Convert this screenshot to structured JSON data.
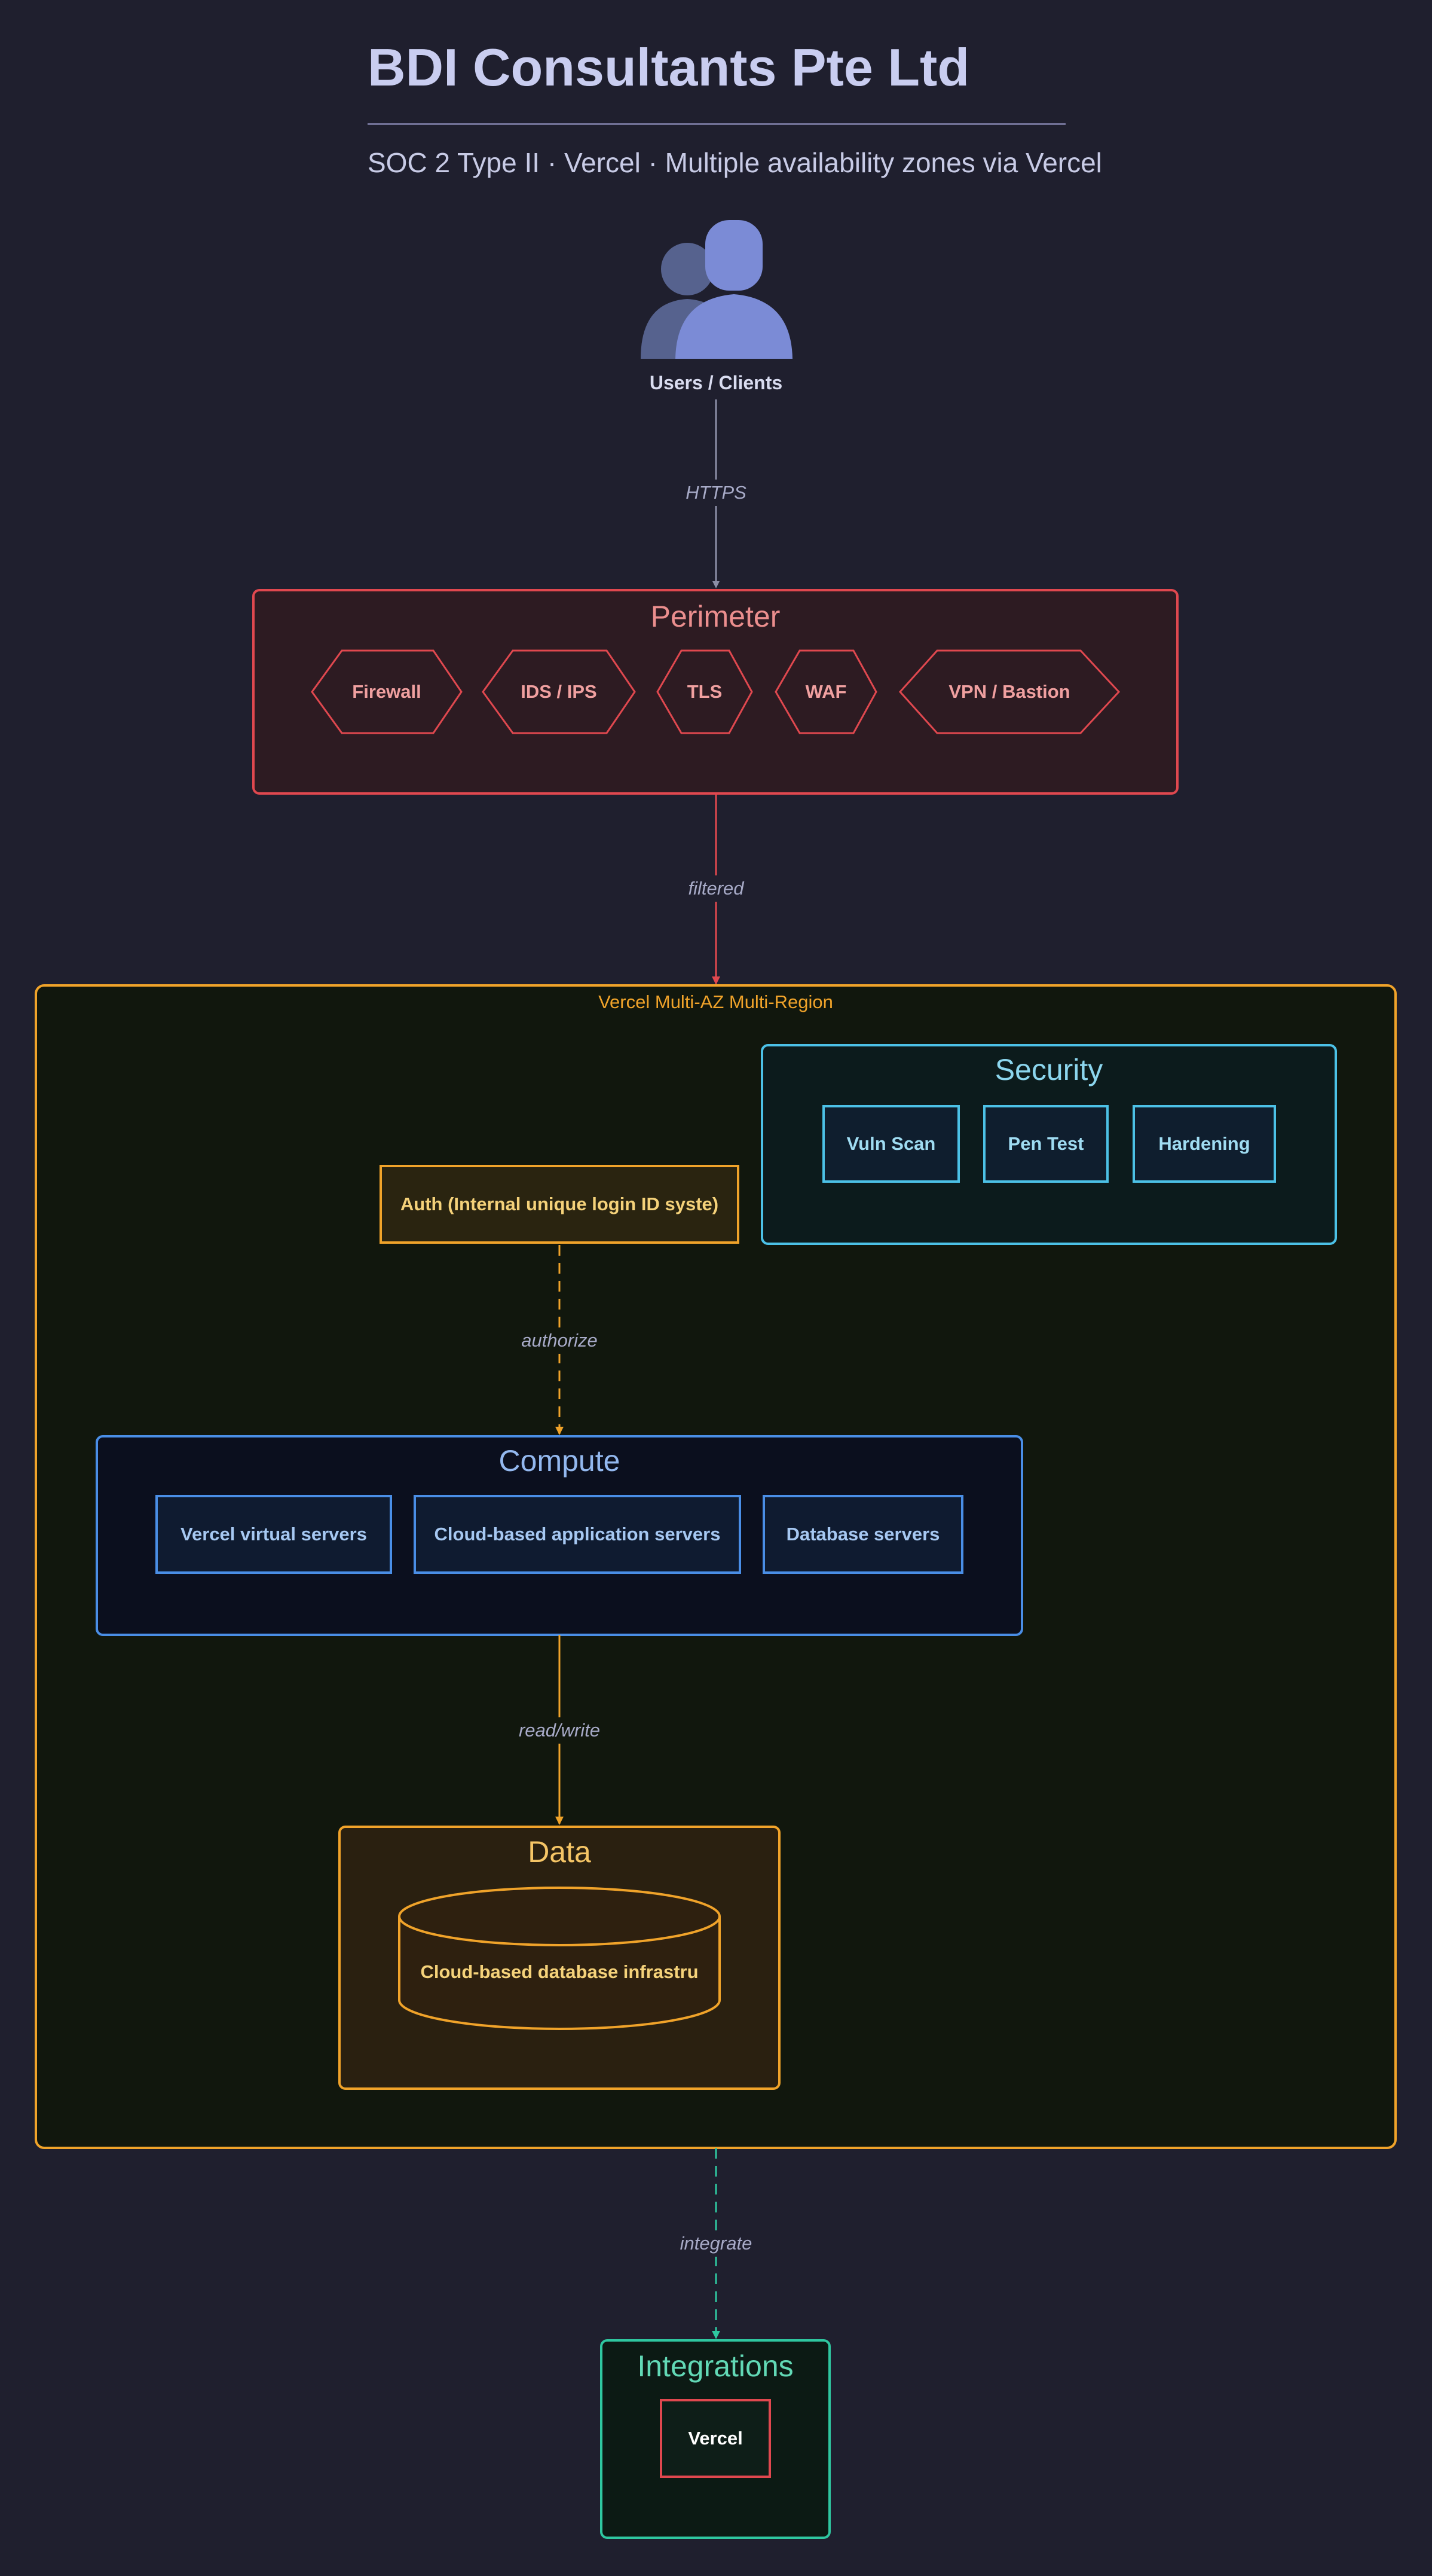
{
  "title": "BDI Consultants Pte Ltd",
  "subtitle": "SOC 2 Type II · Vercel · Multiple availability zones via Vercel",
  "users": {
    "label": "Users / Clients",
    "icon": "users-icon"
  },
  "edges": {
    "https": "HTTPS",
    "filtered": "filtered",
    "authorize": "authorize",
    "read_write": "read/write",
    "integrate": "integrate"
  },
  "perimeter": {
    "title": "Perimeter",
    "items": [
      "Firewall",
      "IDS / IPS",
      "TLS",
      "WAF",
      "VPN / Bastion"
    ]
  },
  "region": {
    "title": "Vercel Multi-AZ Multi-Region"
  },
  "security": {
    "title": "Security",
    "items": [
      "Vuln Scan",
      "Pen Test",
      "Hardening"
    ]
  },
  "auth": {
    "label": "Auth (Internal unique login ID syste)"
  },
  "compute": {
    "title": "Compute",
    "items": [
      "Vercel virtual servers",
      "Cloud-based application servers",
      "Database servers"
    ]
  },
  "data": {
    "title": "Data",
    "db_label": "Cloud-based database infrastru"
  },
  "integrations": {
    "title": "Integrations",
    "items": [
      "Vercel"
    ]
  },
  "colors": {
    "background": "#1f1f2e",
    "perimeter": "#e0484f",
    "region": "#f0a32a",
    "security": "#4cc1e6",
    "compute": "#4a8ee6",
    "data": "#f0a32a",
    "integrations": "#2fc7a0"
  }
}
